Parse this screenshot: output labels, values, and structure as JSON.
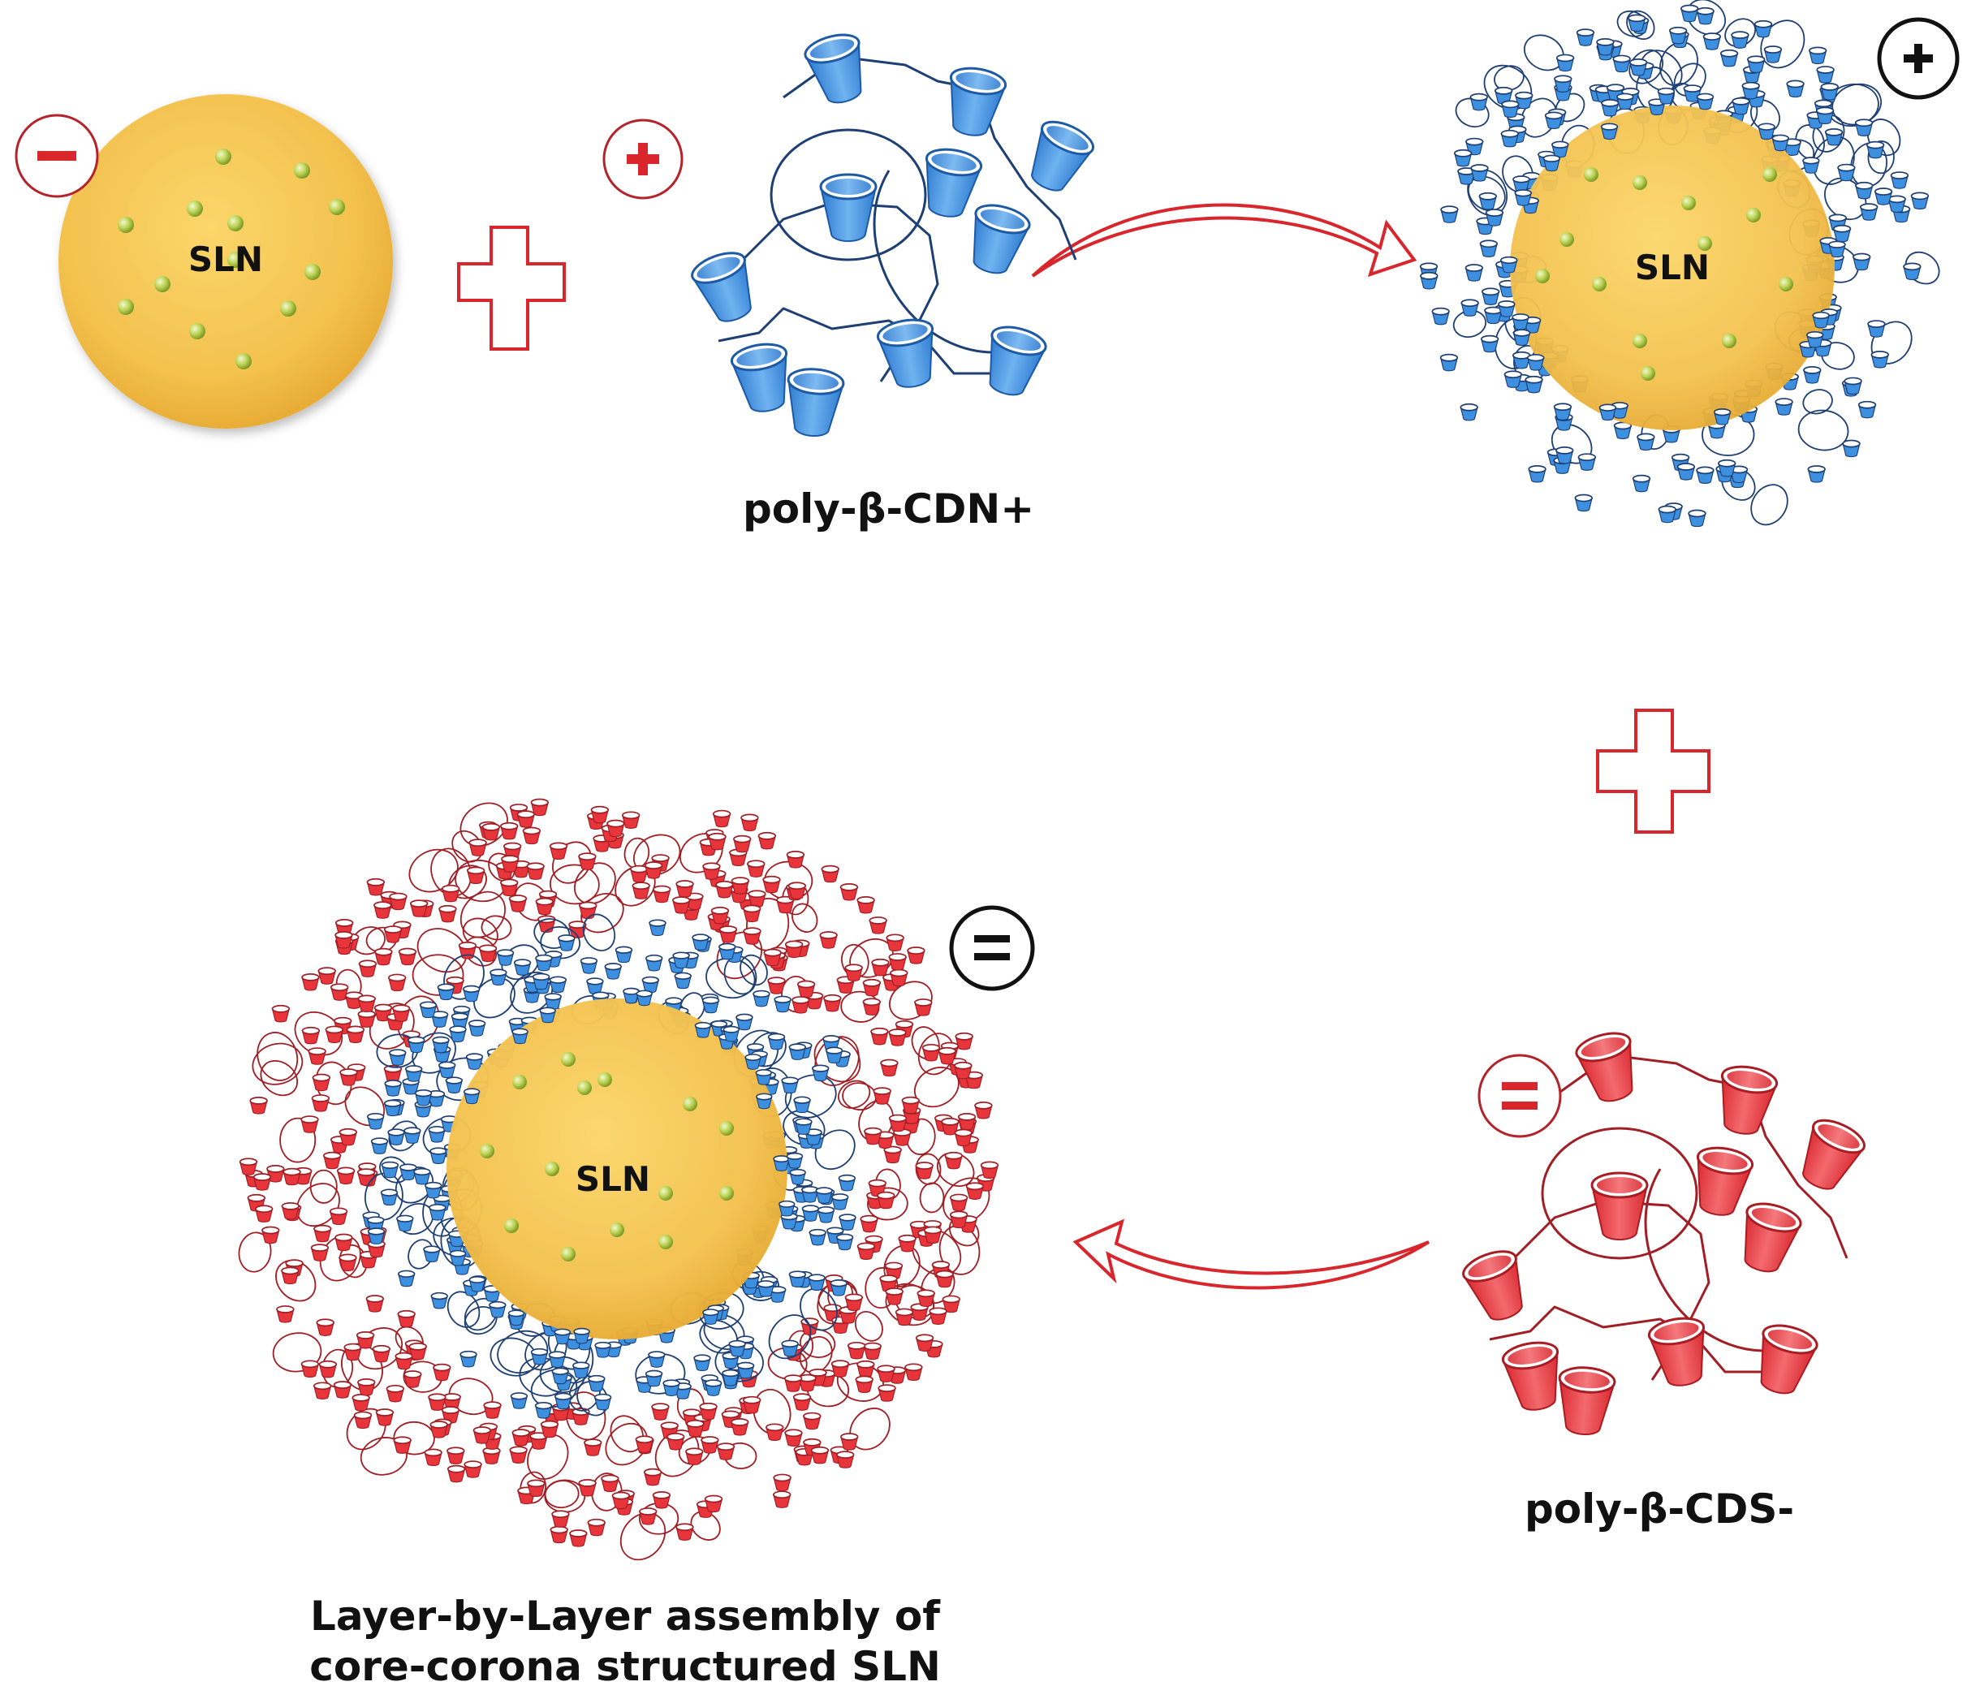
{
  "labels": {
    "sln_1": "SLN",
    "sln_2": "SLN",
    "sln_3": "SLN",
    "cdn": "poly-β-CDN+",
    "cds": "poly-β-CDS-",
    "lbl_line1": "Layer-by-Layer assembly of",
    "lbl_line2": "core-corona structured SLN"
  },
  "charges": {
    "sln_initial": "−",
    "cdn": "+",
    "coated_positive": "+",
    "cds": "=",
    "final": "="
  },
  "colors": {
    "core": "#f3c14e",
    "drug": "#b8d24a",
    "cationic": "#3d8fe0",
    "anionic": "#e8353c",
    "arrow": "#d8262c",
    "chain_blue": "#1e3f73",
    "chain_red": "#a01e24"
  }
}
